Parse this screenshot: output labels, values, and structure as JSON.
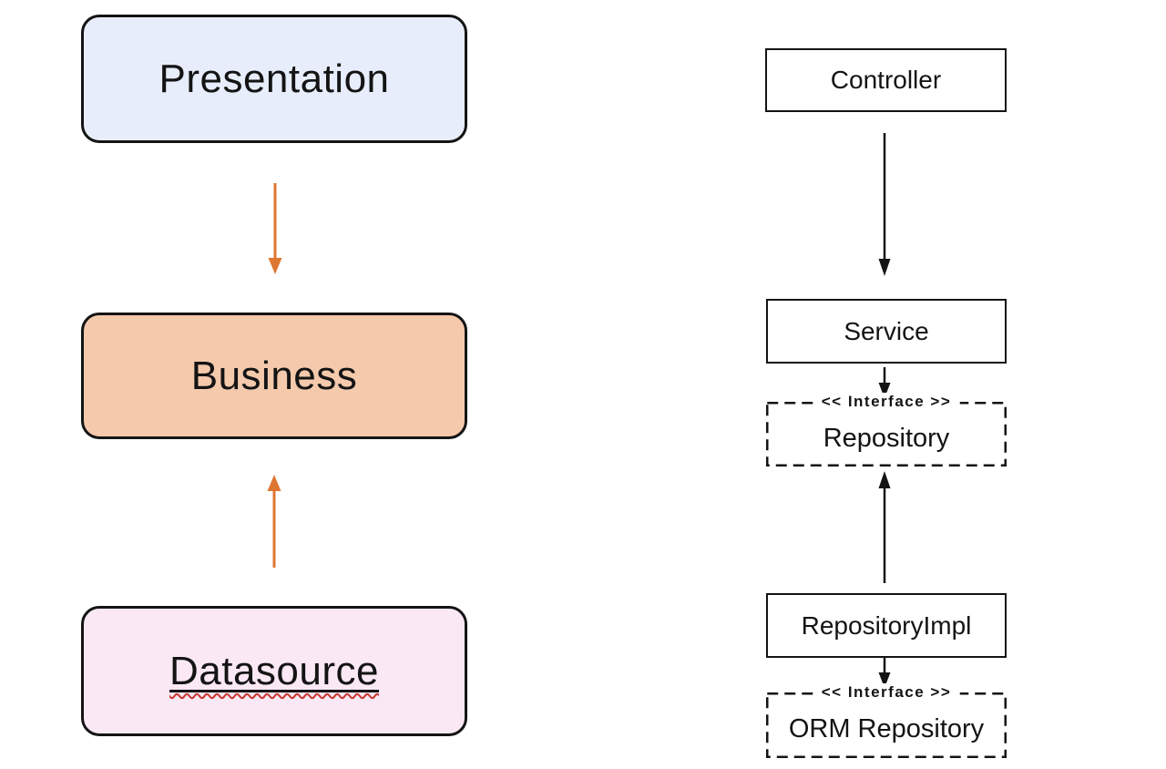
{
  "colors": {
    "arrow_orange": "#DE7633",
    "arrow_black": "#141414",
    "border_ink": "#141414"
  },
  "left_column": {
    "boxes": [
      {
        "label": "Presentation",
        "fill": "#E8EDFB"
      },
      {
        "label": "Business",
        "fill": "#F5C9AC"
      },
      {
        "label": "Datasource",
        "fill": "#FAE8F5"
      }
    ]
  },
  "right_column": {
    "controller": {
      "label": "Controller"
    },
    "service": {
      "label": "Service"
    },
    "repository": {
      "stereotype": "<< Interface >>",
      "label": "Repository"
    },
    "repository_impl": {
      "label": "RepositoryImpl"
    },
    "orm_repository": {
      "stereotype": "<< Interface >>",
      "label": "ORM Repository"
    }
  }
}
